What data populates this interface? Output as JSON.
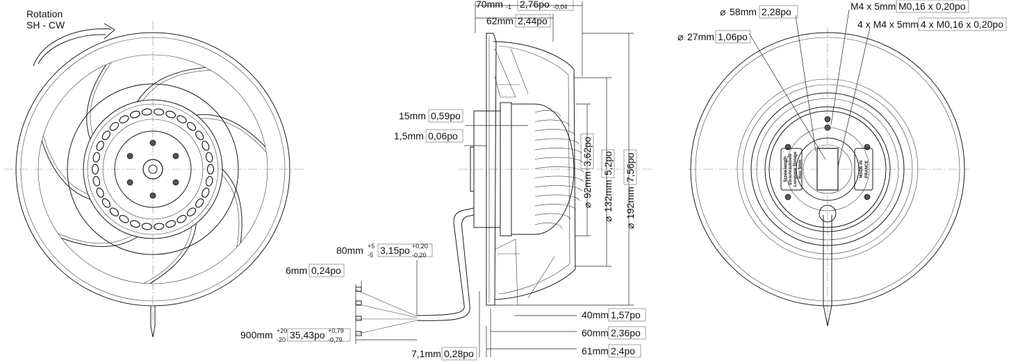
{
  "rotation": {
    "line1": "Rotation",
    "line2": "SH - CW"
  },
  "dims": {
    "d70": {
      "mm": "70mm",
      "tol_mm": "-1",
      "po": "2,76po",
      "tol_po_up": "-0,04",
      "tol_po": "-0,04"
    },
    "d62": {
      "mm": "62mm",
      "po": "2,44po"
    },
    "d15": {
      "mm": "15mm",
      "po": "0,59po"
    },
    "d1_5": {
      "mm": "1,5mm",
      "po": "0,06po"
    },
    "d80": {
      "mm": "80mm",
      "tol_up": "+5",
      "tol_dn": "-5",
      "po": "3,15po",
      "tol_po_up": "+0,20",
      "tol_po_dn": "-0,20"
    },
    "d6": {
      "mm": "6mm",
      "po": "0,24po"
    },
    "d900": {
      "mm": "900mm",
      "tol_up": "+20",
      "tol_dn": "-20",
      "po": "35,43po",
      "tol_po_up": "+0,79",
      "tol_po_dn": "-0,79"
    },
    "d7_1": {
      "mm": "7,1mm",
      "po": "0,28po"
    },
    "d92": {
      "mm": "92mm",
      "po": "3,62po"
    },
    "d132": {
      "mm": "132mm",
      "po": "5,2po"
    },
    "d192": {
      "mm": "192mm",
      "po": "7,56po"
    },
    "d40": {
      "mm": "40mm",
      "po": "1,57po"
    },
    "d60": {
      "mm": "60mm",
      "po": "2,36po"
    },
    "d61": {
      "mm": "61mm",
      "po": "2,4po"
    },
    "d58": {
      "mm": "58mm",
      "po": "2,28po"
    },
    "d27": {
      "mm": "27mm",
      "po": "1,06po"
    },
    "m4": {
      "mm": "M4 x 5mm",
      "po": "M0,16 x 0,20po"
    },
    "m4x4": {
      "mm": "4 x M4 x 5mm",
      "po": "4 x M0,16 x 0,20po"
    }
  },
  "labels": {
    "screw": [
      "Screw length",
      "Einschraubtiefe",
      "Longueur filetage",
      "max 5mm"
    ],
    "made": [
      "MADE IN",
      "FRANCE"
    ]
  }
}
